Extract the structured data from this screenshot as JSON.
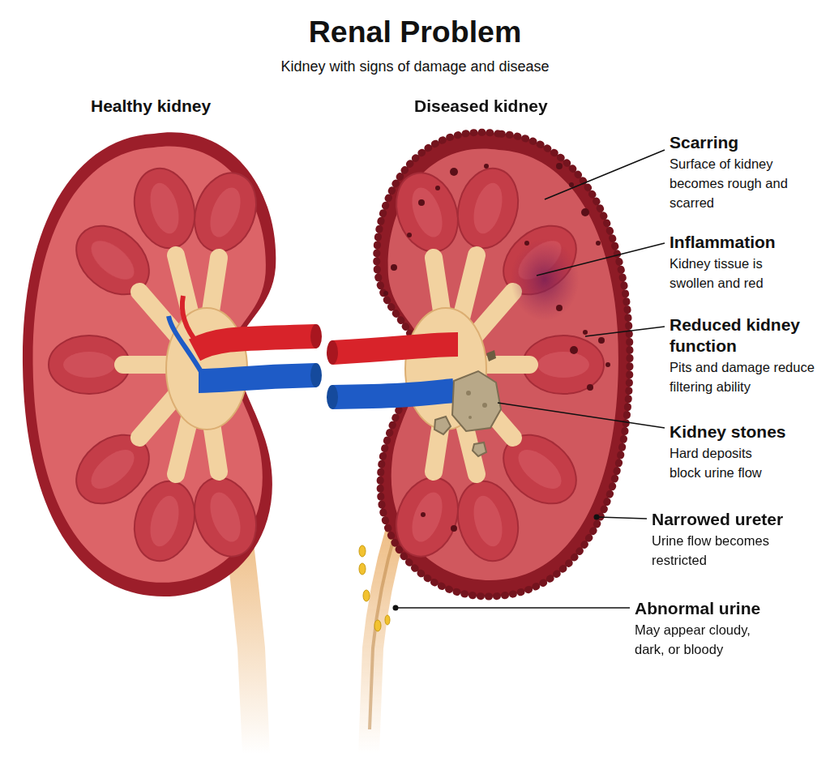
{
  "diagram": {
    "title": "Renal Problem",
    "labels": [
      "Kidney with signs of damage and disease",
      "Healthy kidney",
      "Diseased kidney",
      "Scarring",
      "Surface of kidney becomes rough and scarred",
      "Inflammation",
      "Kidney tissue is swollen and red",
      "Reduced kidney function",
      "Pits and damage reduce filtering ability",
      "Kidney stones",
      "Hard deposits block urine flow",
      "Narrowed ureter",
      "Urine flow becomes restricted",
      "Abnormal urine",
      "May appear cloudy, dark, or bloody"
    ]
  }
}
